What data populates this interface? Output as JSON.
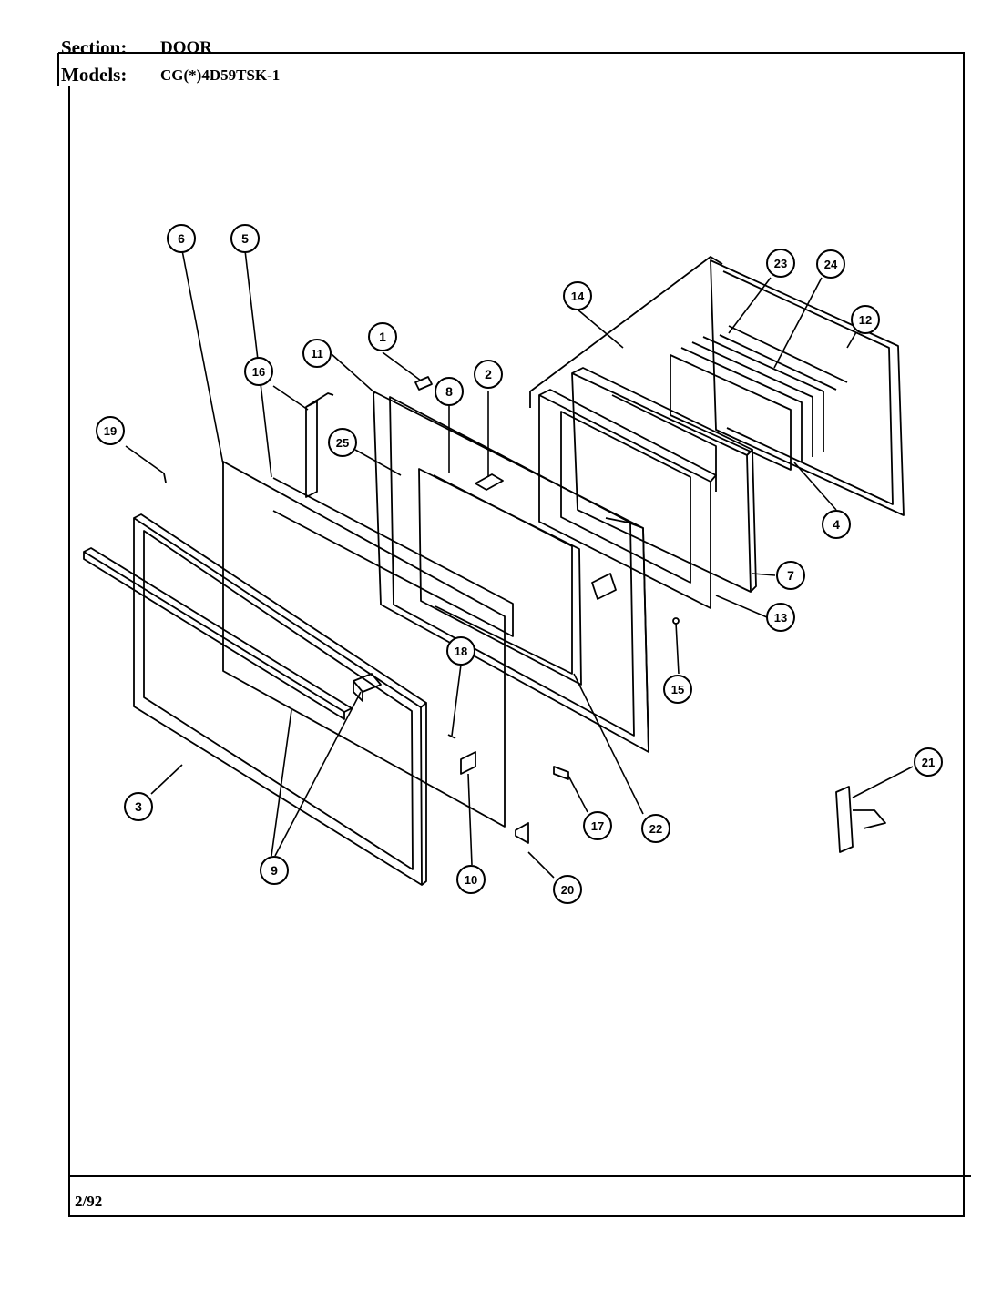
{
  "header": {
    "section_label": "Section:",
    "section_value": "DOOR",
    "models_label": "Models:",
    "models_value": "CG(*)4D59TSK-1"
  },
  "footer": {
    "date": "2/92"
  },
  "callouts": [
    "1",
    "2",
    "3",
    "4",
    "5",
    "6",
    "7",
    "8",
    "9",
    "10",
    "11",
    "12",
    "13",
    "14",
    "15",
    "16",
    "17",
    "18",
    "19",
    "20",
    "21",
    "22",
    "23",
    "24",
    "25"
  ]
}
